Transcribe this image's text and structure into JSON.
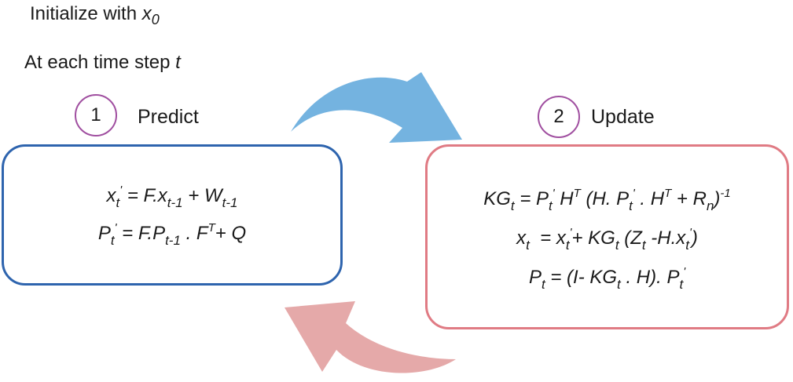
{
  "intro": {
    "init_prefix": "Initialize with ",
    "init_var": "x",
    "init_sub": "0",
    "timestep_prefix": "At each time step ",
    "timestep_var": "t"
  },
  "steps": [
    {
      "number": "1",
      "title": "Predict"
    },
    {
      "number": "2",
      "title": "Update"
    }
  ],
  "colors": {
    "predict_box": "#2e64ae",
    "update_box": "#e07b84",
    "forward_arrow": "#74b3e0",
    "back_arrow": "#e5a9a9",
    "step_circle": "#a04fa0"
  }
}
